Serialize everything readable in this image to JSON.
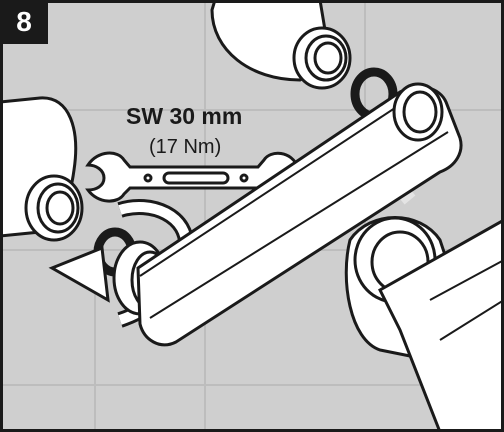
{
  "step": {
    "number": "8"
  },
  "wrench": {
    "size_label": "SW 30 mm",
    "torque_label": "(17 Nm)"
  },
  "colors": {
    "tile": "#cfcfcf",
    "tile_grout": "#bdbdbd",
    "outline": "#1a1a1a",
    "metal": "#ffffff",
    "frame": "#1a1a1a"
  }
}
